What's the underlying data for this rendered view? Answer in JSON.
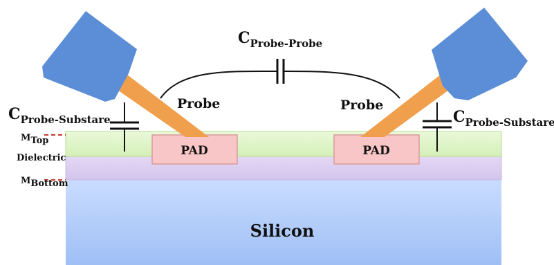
{
  "labels": {
    "c_probe_probe": {
      "main": "C",
      "sub": "Probe-Probe"
    },
    "c_probe_substrate_left": {
      "main": "C",
      "sub": "Probe-Substare"
    },
    "c_probe_substrate_right": {
      "main": "C",
      "sub": "Probe-Substare"
    },
    "probe_left": "Probe",
    "probe_right": "Probe",
    "pad_left": "PAD",
    "pad_right": "PAD",
    "m_top": {
      "main": "M",
      "sub": "Top"
    },
    "dielectric": "Dielectric",
    "m_bottom": {
      "main": "M",
      "sub": "Bottom"
    },
    "silicon": "Silicon"
  },
  "colors": {
    "probe_head": "#5a8fd8",
    "probe_arm": "#f0a050",
    "metal_top_layer": "#dff5c8",
    "dielectric_layer": "#dccff0",
    "silicon_top": "#c8dcff",
    "silicon_bottom": "#a9c6f7",
    "pad_fill": "#f8c3c3",
    "pad_stroke": "#d08080",
    "marker": "#c0392b",
    "wire": "#111111"
  }
}
